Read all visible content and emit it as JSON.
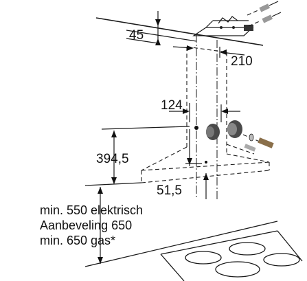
{
  "dimensions": {
    "d45": "45",
    "d210": "210",
    "d124": "124",
    "d394_5": "394,5",
    "d51_5": "51,5"
  },
  "notes": {
    "line1": "min. 550 elektrisch",
    "line2": "Aanbeveling 650",
    "line3": "min. 650 gas*"
  }
}
